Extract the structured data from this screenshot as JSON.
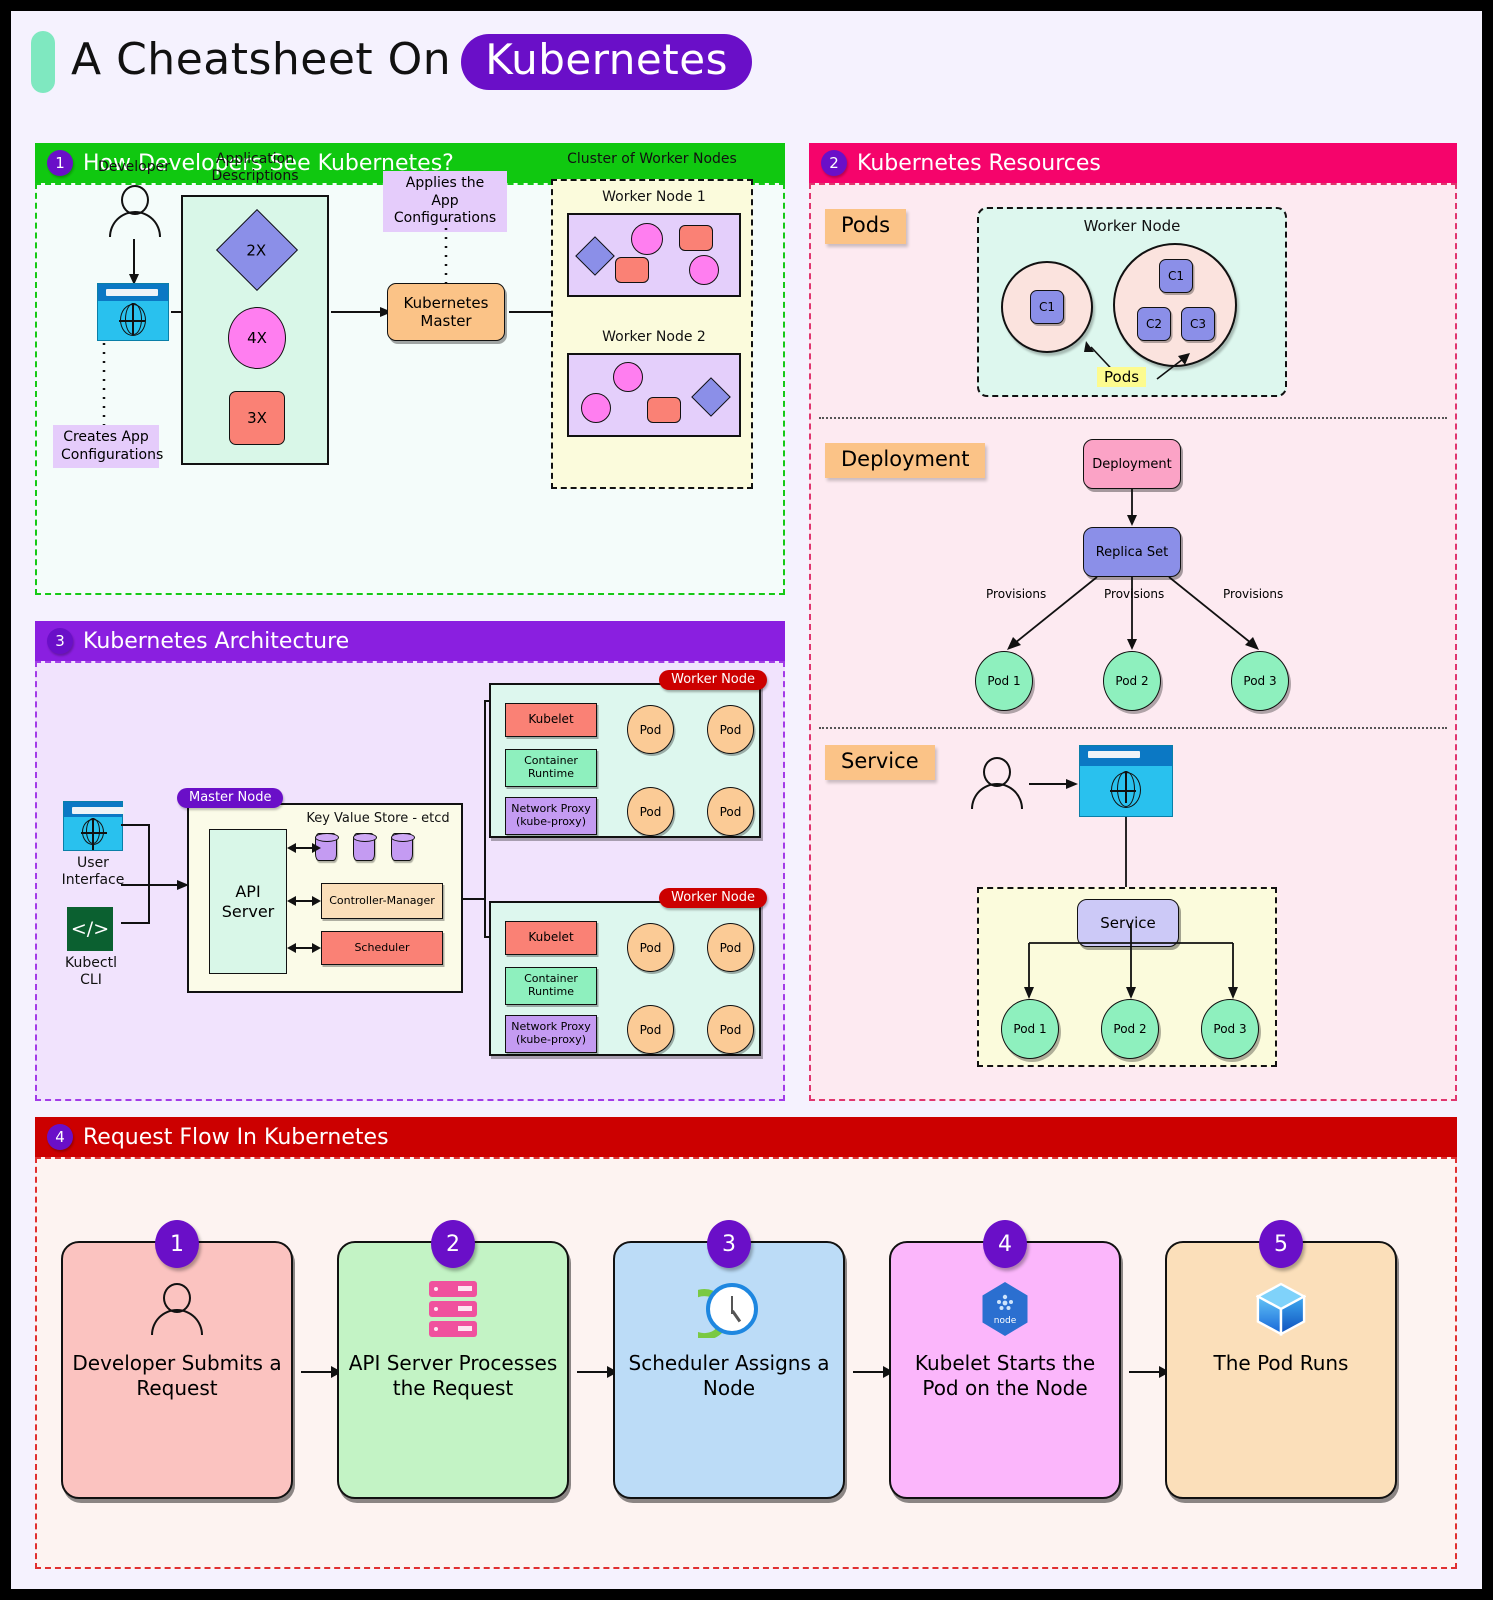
{
  "title": {
    "prefix": "A Cheatsheet On",
    "badge": "Kubernetes"
  },
  "sections": {
    "s1": {
      "num": "1",
      "title": "How Developers See Kubernetes?",
      "developer_label": "Developer",
      "app_desc_label": "Application\nDescriptions",
      "creates_note": "Creates App\nConfigurations",
      "applies_note": "Applies the App\nConfigurations",
      "master_label": "Kubernetes\nMaster",
      "cluster_label": "Cluster of Worker Nodes",
      "shapes": [
        {
          "kind": "diamond",
          "label": "2X"
        },
        {
          "kind": "circle",
          "label": "4X"
        },
        {
          "kind": "square",
          "label": "3X"
        }
      ],
      "worker_nodes": [
        {
          "label": "Worker Node 1"
        },
        {
          "label": "Worker Node 2"
        }
      ]
    },
    "s2": {
      "num": "2",
      "title": "Kubernetes Resources",
      "pods": {
        "tag": "Pods",
        "worker_node_label": "Worker Node",
        "pods_callout": "Pods",
        "pod_a_containers": [
          "C1"
        ],
        "pod_b_containers": [
          "C1",
          "C2",
          "C3"
        ]
      },
      "deployment": {
        "tag": "Deployment",
        "deployment_box": "Deployment",
        "replicaset_box": "Replica Set",
        "edge_labels": [
          "Provisions",
          "Provisions",
          "Provisions"
        ],
        "pods": [
          "Pod 1",
          "Pod 2",
          "Pod 3"
        ]
      },
      "service": {
        "tag": "Service",
        "service_box": "Service",
        "pods": [
          "Pod 1",
          "Pod 2",
          "Pod 3"
        ]
      }
    },
    "s3": {
      "num": "3",
      "title": "Kubernetes Architecture",
      "user_interface_label": "User\nInterface",
      "kubectl_label": "Kubectl\nCLI",
      "kubectl_icon_text": "</>",
      "master_tag": "Master Node",
      "api_server": "API\nServer",
      "etcd_label": "Key Value Store - etcd",
      "controller_manager": "Controller-Manager",
      "scheduler": "Scheduler",
      "worker_node_tag": "Worker Node",
      "kubelet": "Kubelet",
      "container_runtime": "Container\nRuntime",
      "network_proxy": "Network Proxy\n(kube-proxy)",
      "pod_label": "Pod"
    },
    "s4": {
      "num": "4",
      "title": "Request Flow In Kubernetes",
      "steps": [
        {
          "n": "1",
          "text": "Developer Submits a\nRequest",
          "color": "#fbc3c0",
          "icon": "person-icon"
        },
        {
          "n": "2",
          "text": "API Server Processes\nthe Request",
          "color": "#c3f3c5",
          "icon": "server-icon"
        },
        {
          "n": "3",
          "text": "Scheduler Assigns a\nNode",
          "color": "#bcdcf7",
          "icon": "clock-icon"
        },
        {
          "n": "4",
          "text": "Kubelet Starts the\nPod on the Node",
          "color": "#fbb6fb",
          "icon": "kubernetes-node-icon"
        },
        {
          "n": "5",
          "text": "The Pod Runs",
          "color": "#fbdfba",
          "icon": "cube-icon"
        }
      ]
    }
  },
  "colors": {
    "page_bg": "#f5f2fe",
    "s1_head": "#10c810",
    "s2_head": "#f5046b",
    "s3_head": "#8a1fe0",
    "s4_head": "#cc0000",
    "badge": "#6a0fc8",
    "accent_teal": "#7fe8c0"
  }
}
